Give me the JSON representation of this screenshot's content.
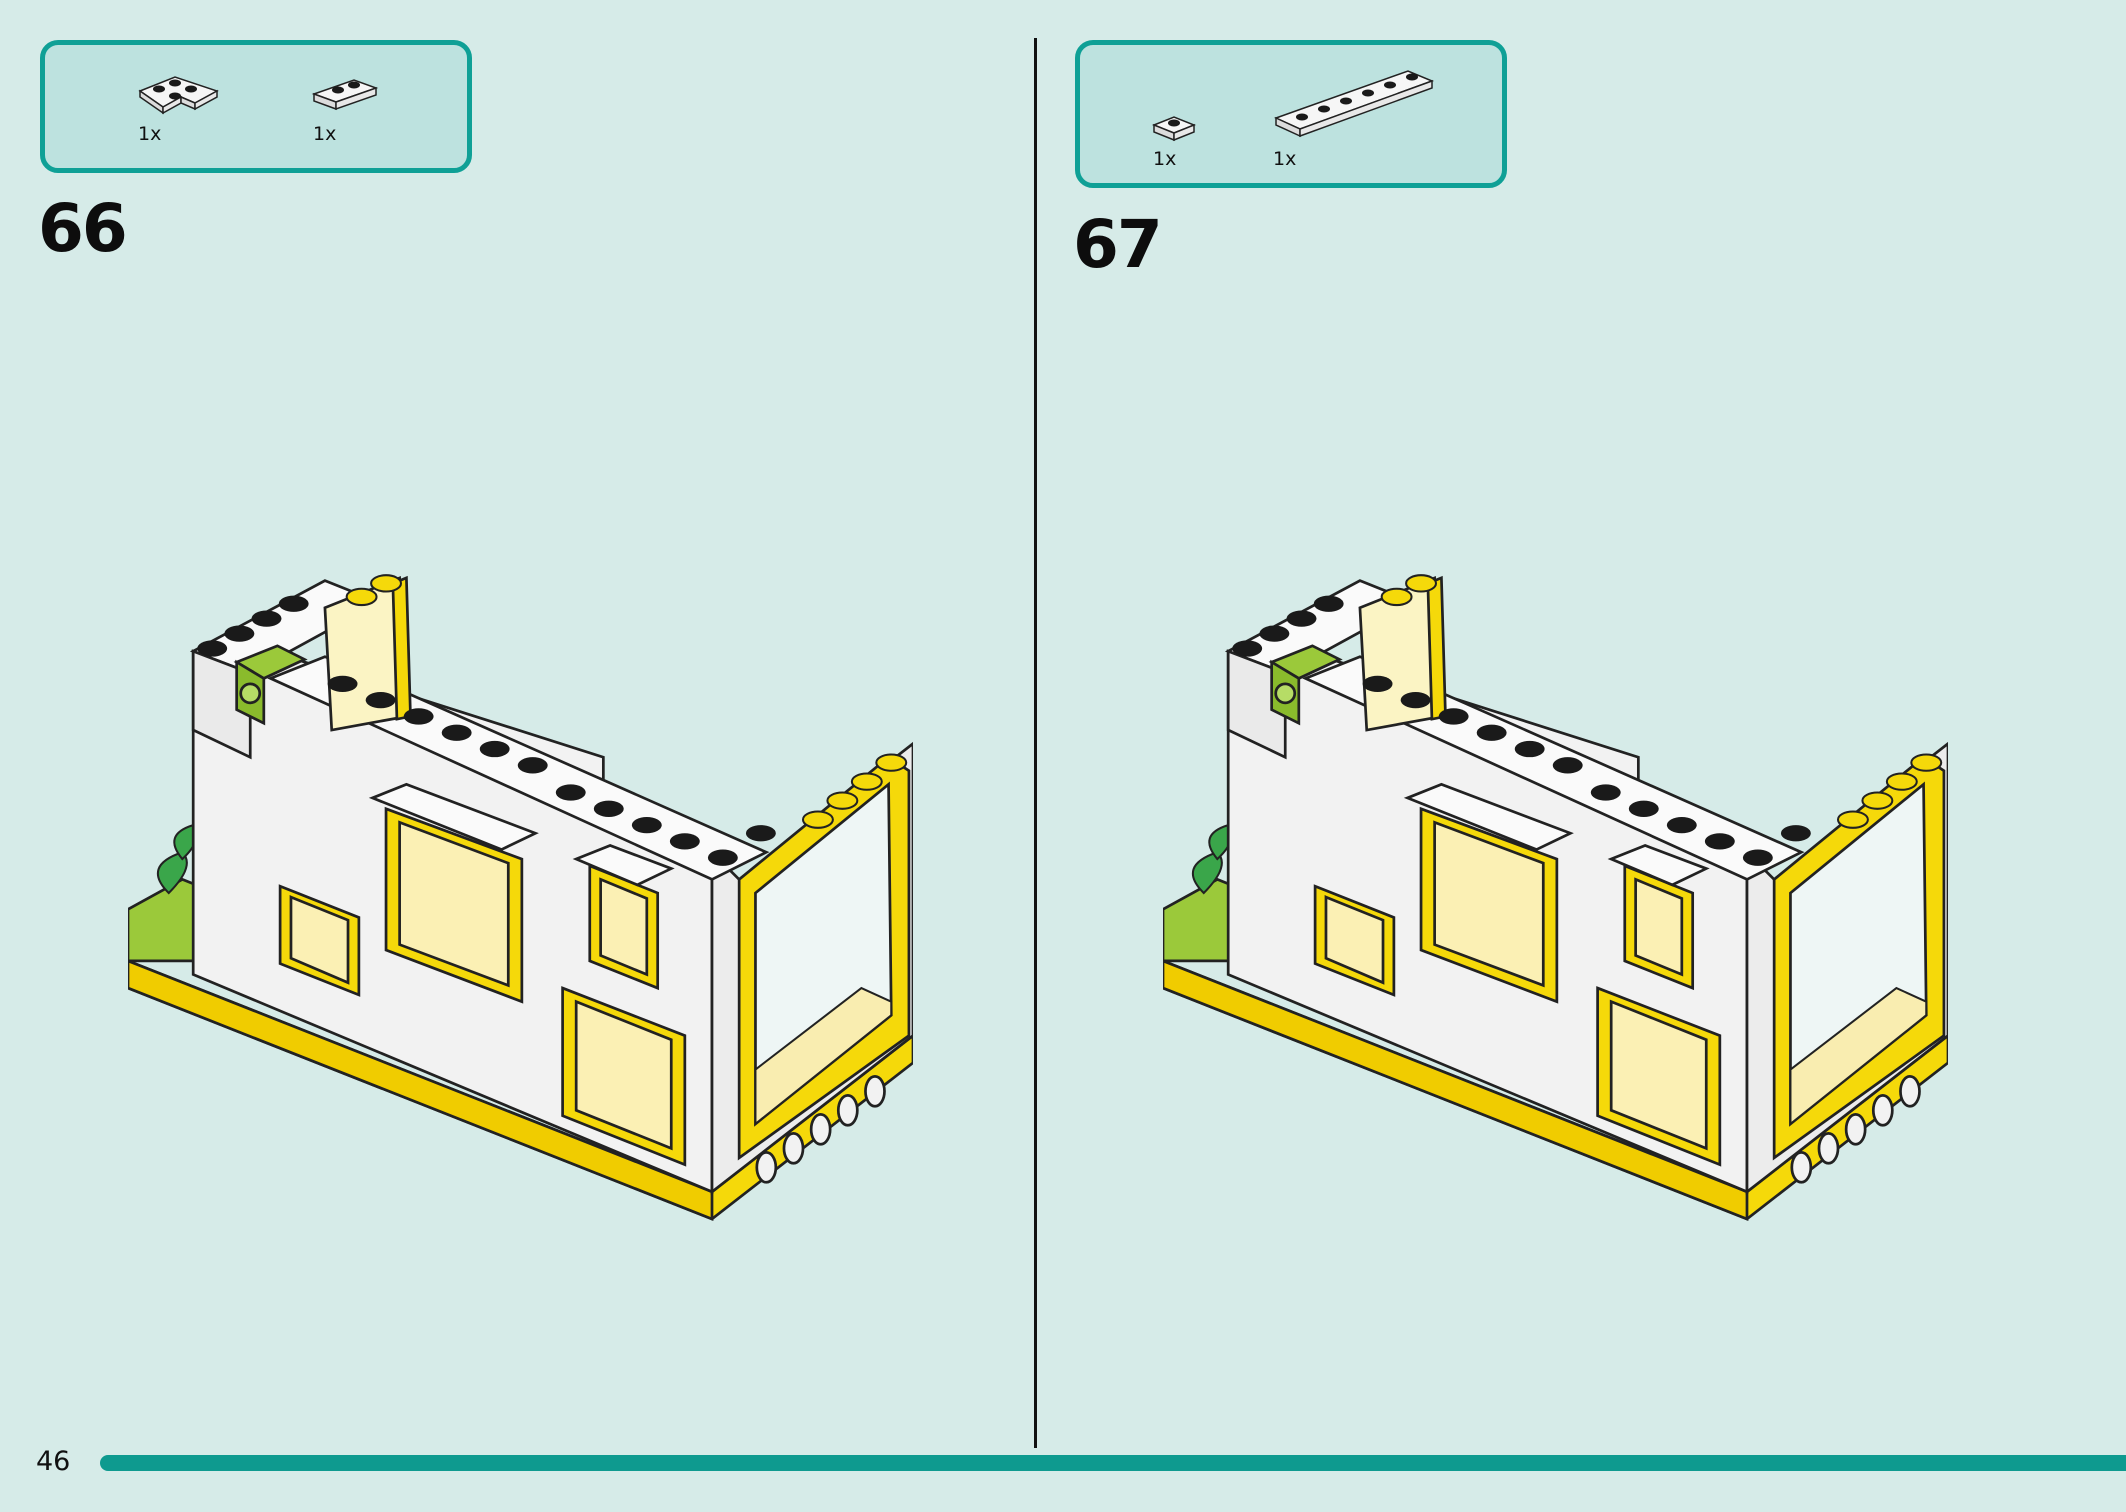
{
  "steps": [
    {
      "number": "66",
      "parts": [
        {
          "name": "white-corner-plate-2x2",
          "qty": "1x"
        },
        {
          "name": "white-plate-1x2",
          "qty": "1x"
        }
      ]
    },
    {
      "number": "67",
      "parts": [
        {
          "name": "white-plate-1x1",
          "qty": "1x"
        },
        {
          "name": "white-plate-1x6",
          "qty": "1x"
        }
      ]
    }
  ],
  "footer": {
    "page_number": "46",
    "progress_fraction": 0.98
  },
  "colors": {
    "background": "#d6ebe8",
    "callout_fill": "#bde2df",
    "callout_border": "#0fa096",
    "progress_bar": "#0e9a8f",
    "brick_yellow": "#f5d90a",
    "brick_white": "#f4f4f4",
    "brick_lime": "#9bc93a",
    "plant_green": "#3aa64a"
  }
}
